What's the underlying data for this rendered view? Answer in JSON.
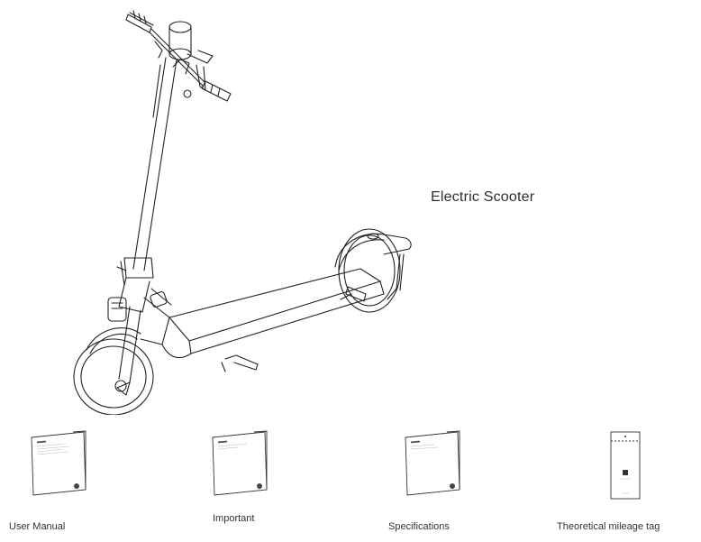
{
  "main_item": {
    "label": "Electric Scooter",
    "icon": "electric-scooter-icon"
  },
  "accessories": [
    {
      "label": "User Manual",
      "icon": "booklet-icon"
    },
    {
      "label": "Important",
      "icon": "booklet-icon"
    },
    {
      "label": "Specifications",
      "icon": "booklet-icon"
    },
    {
      "label": "Theoretical mileage tag",
      "icon": "tag-card-icon"
    }
  ]
}
